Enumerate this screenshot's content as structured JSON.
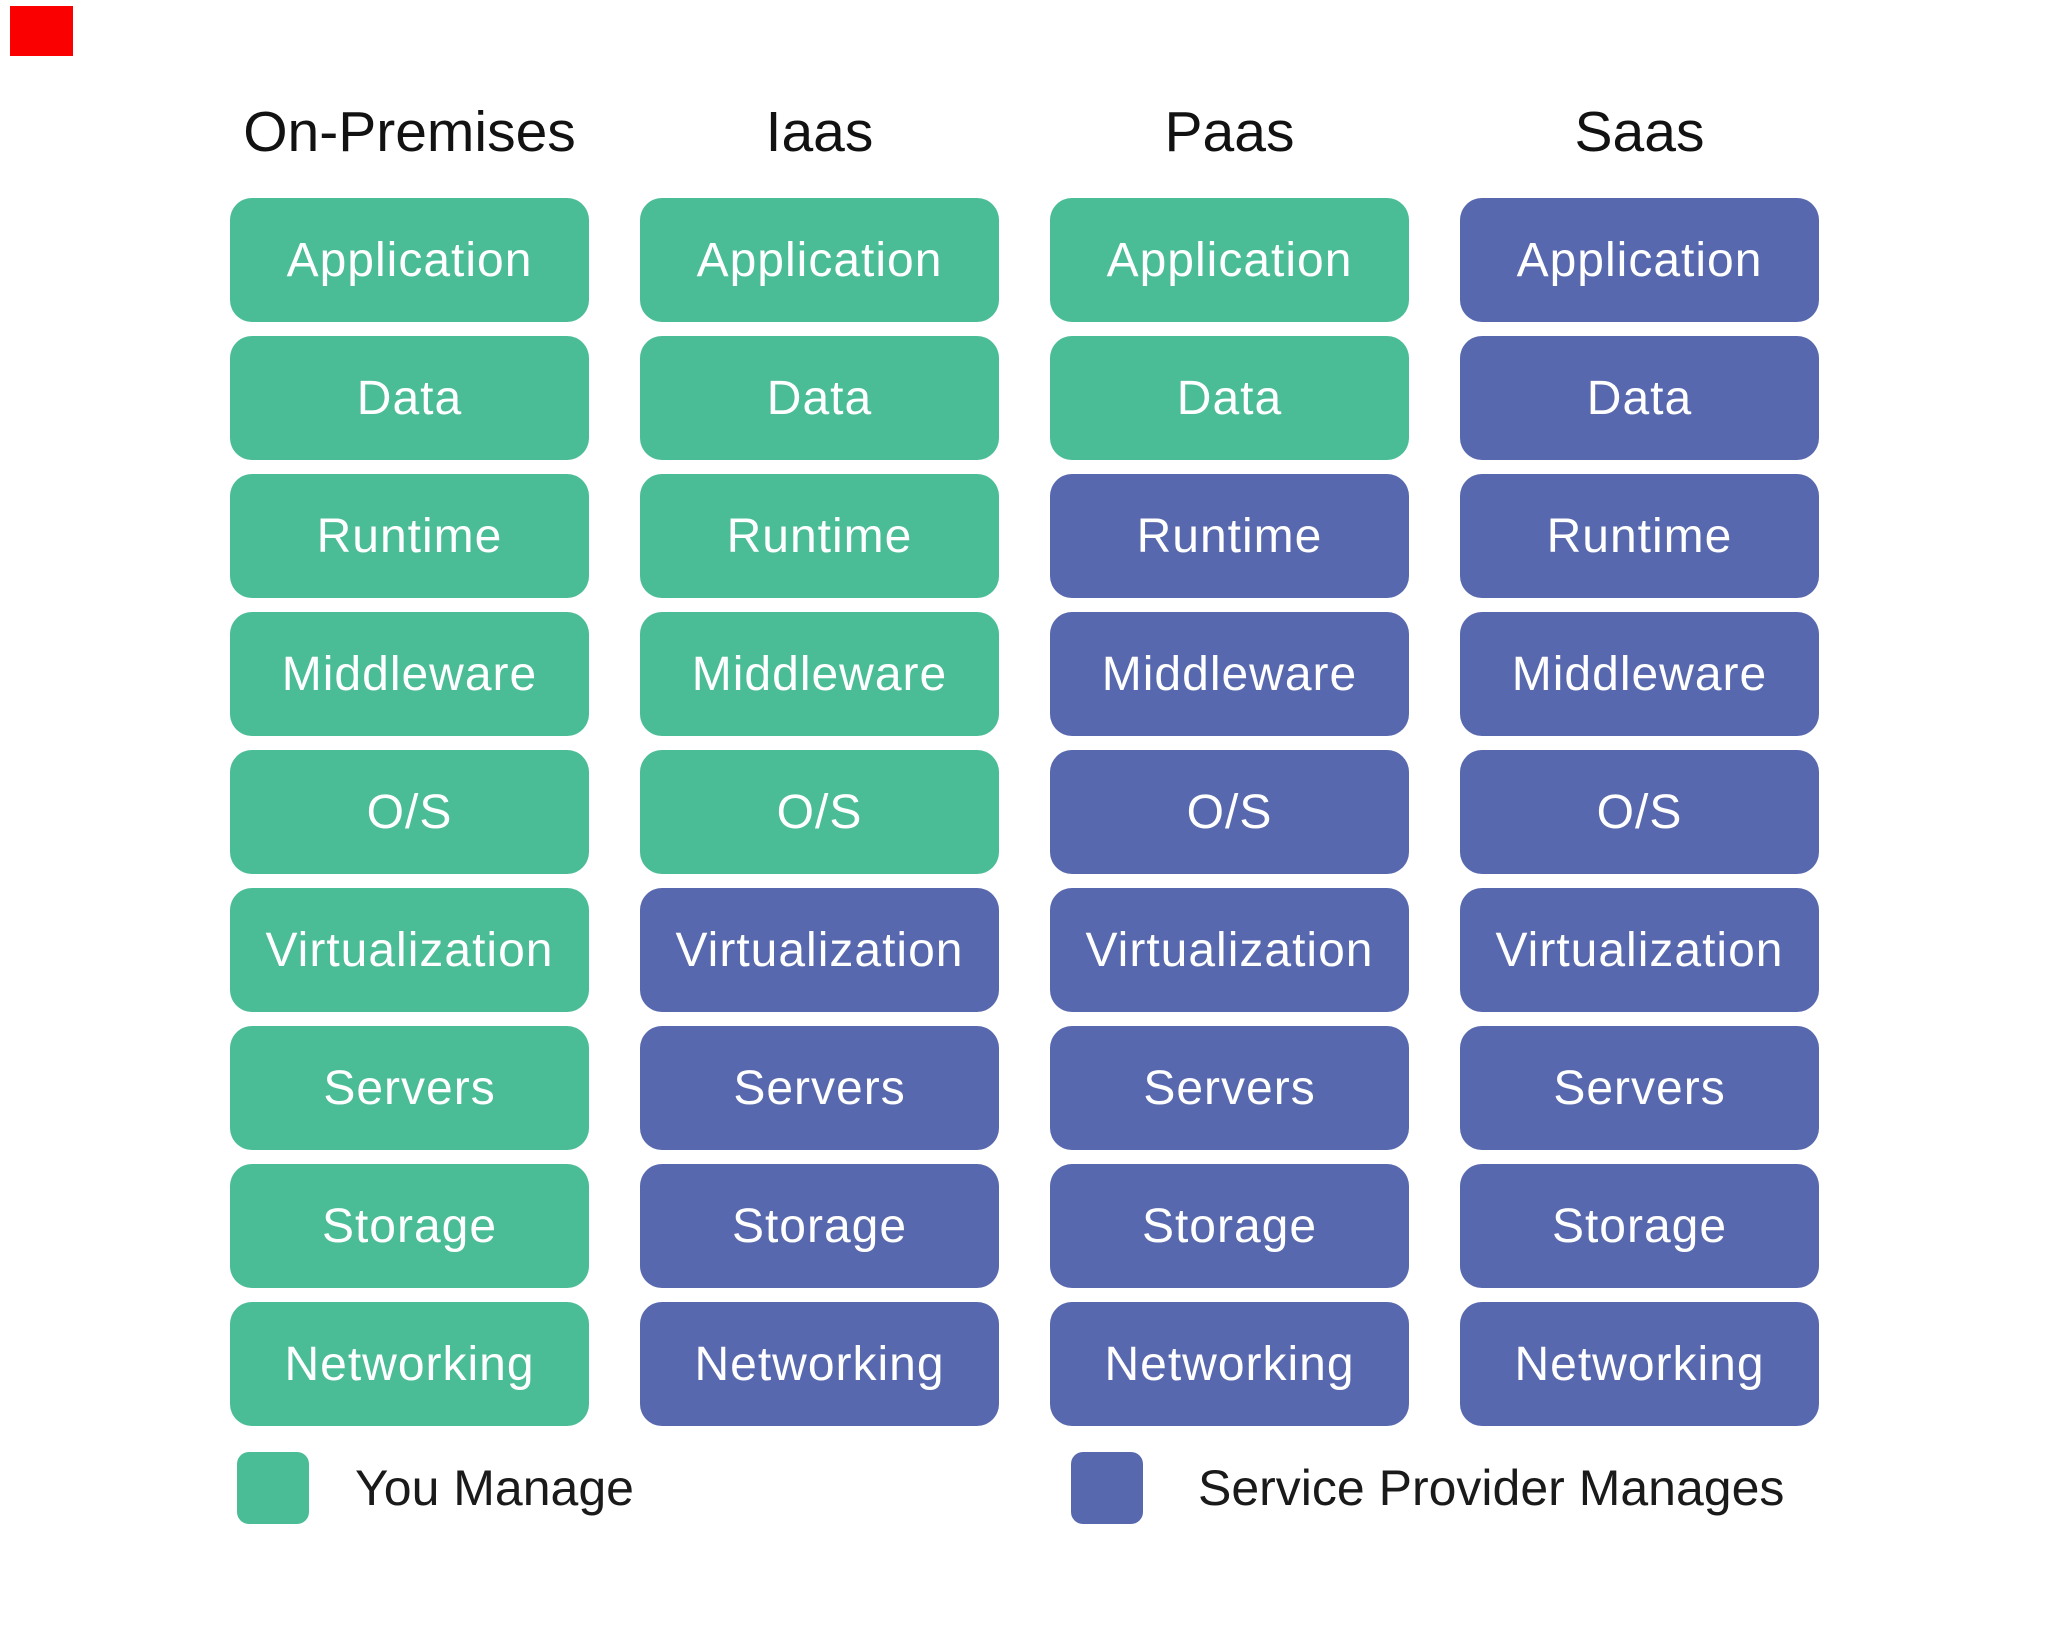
{
  "marker": {
    "color": "#FA0000"
  },
  "colors": {
    "you_manage": "#4ABD96",
    "provider_manages": "#5768AE",
    "box_text": "#ffffff",
    "heading_text": "#121212"
  },
  "row_labels": [
    "Application",
    "Data",
    "Runtime",
    "Middleware",
    "O/S",
    "Virtualization",
    "Servers",
    "Storage",
    "Networking"
  ],
  "columns": [
    {
      "header": "On-Premises",
      "cells": [
        {
          "label": "Application",
          "managed_by": "you",
          "color": "#4ABD96"
        },
        {
          "label": "Data",
          "managed_by": "you",
          "color": "#4ABD96"
        },
        {
          "label": "Runtime",
          "managed_by": "you",
          "color": "#4ABD96"
        },
        {
          "label": "Middleware",
          "managed_by": "you",
          "color": "#4ABD96"
        },
        {
          "label": "O/S",
          "managed_by": "you",
          "color": "#4ABD96"
        },
        {
          "label": "Virtualization",
          "managed_by": "you",
          "color": "#4ABD96"
        },
        {
          "label": "Servers",
          "managed_by": "you",
          "color": "#4ABD96"
        },
        {
          "label": "Storage",
          "managed_by": "you",
          "color": "#4ABD96"
        },
        {
          "label": "Networking",
          "managed_by": "you",
          "color": "#4ABD96"
        }
      ]
    },
    {
      "header": "Iaas",
      "cells": [
        {
          "label": "Application",
          "managed_by": "you",
          "color": "#4ABD96"
        },
        {
          "label": "Data",
          "managed_by": "you",
          "color": "#4ABD96"
        },
        {
          "label": "Runtime",
          "managed_by": "you",
          "color": "#4ABD96"
        },
        {
          "label": "Middleware",
          "managed_by": "you",
          "color": "#4ABD96"
        },
        {
          "label": "O/S",
          "managed_by": "you",
          "color": "#4ABD96"
        },
        {
          "label": "Virtualization",
          "managed_by": "provider",
          "color": "#5768AE"
        },
        {
          "label": "Servers",
          "managed_by": "provider",
          "color": "#5768AE"
        },
        {
          "label": "Storage",
          "managed_by": "provider",
          "color": "#5768AE"
        },
        {
          "label": "Networking",
          "managed_by": "provider",
          "color": "#5768AE"
        }
      ]
    },
    {
      "header": "Paas",
      "cells": [
        {
          "label": "Application",
          "managed_by": "you",
          "color": "#4ABD96"
        },
        {
          "label": "Data",
          "managed_by": "you",
          "color": "#4ABD96"
        },
        {
          "label": "Runtime",
          "managed_by": "provider",
          "color": "#5768AE"
        },
        {
          "label": "Middleware",
          "managed_by": "provider",
          "color": "#5768AE"
        },
        {
          "label": "O/S",
          "managed_by": "provider",
          "color": "#5768AE"
        },
        {
          "label": "Virtualization",
          "managed_by": "provider",
          "color": "#5768AE"
        },
        {
          "label": "Servers",
          "managed_by": "provider",
          "color": "#5768AE"
        },
        {
          "label": "Storage",
          "managed_by": "provider",
          "color": "#5768AE"
        },
        {
          "label": "Networking",
          "managed_by": "provider",
          "color": "#5768AE"
        }
      ]
    },
    {
      "header": "Saas",
      "cells": [
        {
          "label": "Application",
          "managed_by": "provider",
          "color": "#5768AE"
        },
        {
          "label": "Data",
          "managed_by": "provider",
          "color": "#5768AE"
        },
        {
          "label": "Runtime",
          "managed_by": "provider",
          "color": "#5768AE"
        },
        {
          "label": "Middleware",
          "managed_by": "provider",
          "color": "#5768AE"
        },
        {
          "label": "O/S",
          "managed_by": "provider",
          "color": "#5768AE"
        },
        {
          "label": "Virtualization",
          "managed_by": "provider",
          "color": "#5768AE"
        },
        {
          "label": "Servers",
          "managed_by": "provider",
          "color": "#5768AE"
        },
        {
          "label": "Storage",
          "managed_by": "provider",
          "color": "#5768AE"
        },
        {
          "label": "Networking",
          "managed_by": "provider",
          "color": "#5768AE"
        }
      ]
    }
  ],
  "legend": [
    {
      "label": "You Manage",
      "color": "#4ABD96"
    },
    {
      "label": "Service Provider Manages",
      "color": "#5768AE"
    }
  ]
}
